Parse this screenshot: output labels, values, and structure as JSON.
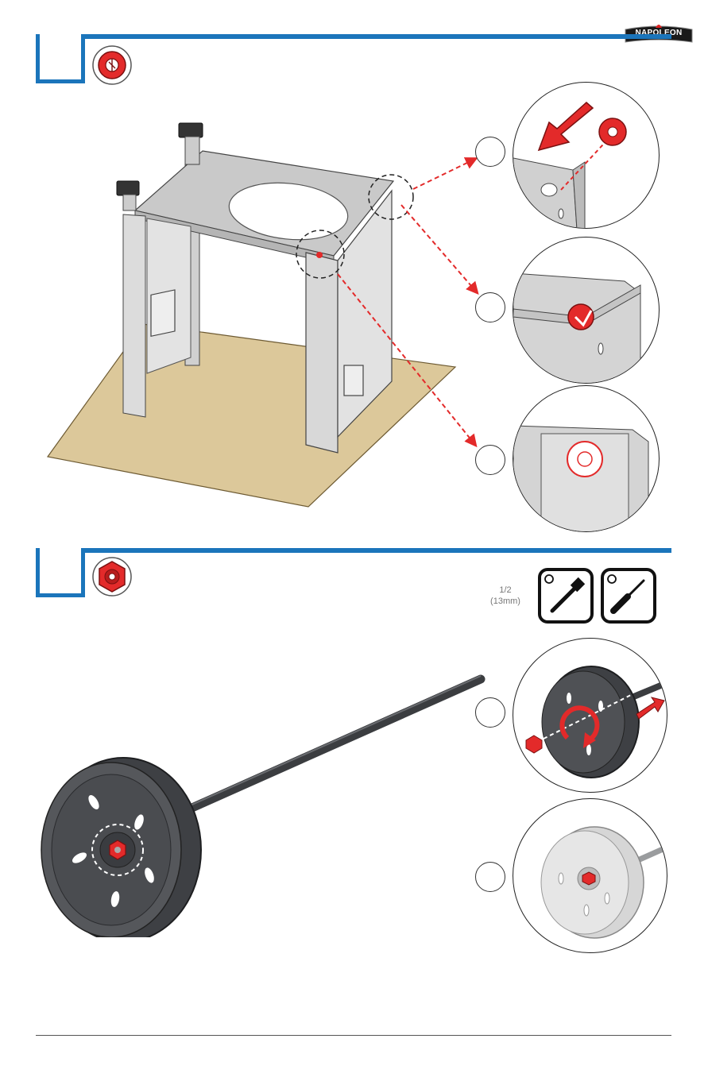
{
  "brand": {
    "name": "NAPOLEON"
  },
  "steps": [
    {
      "number": "",
      "hardware_icon": "push-pin-rivet-icon"
    },
    {
      "number": "",
      "hardware_icon": "hex-nut-icon"
    }
  ],
  "step2": {
    "wrench_size": "1/2",
    "wrench_size_metric": "(13mm)",
    "tools": [
      "socket-wrench-icon",
      "screwdriver-icon"
    ]
  },
  "callouts": [
    "",
    "",
    "",
    "",
    ""
  ],
  "colors": {
    "accent_blue": "#1b75bb",
    "hardware_red": "#e32a2a",
    "cardboard": "#dcc89a",
    "metal_grey": "#cfcfcf",
    "wheel_dark": "#4a4c50"
  }
}
